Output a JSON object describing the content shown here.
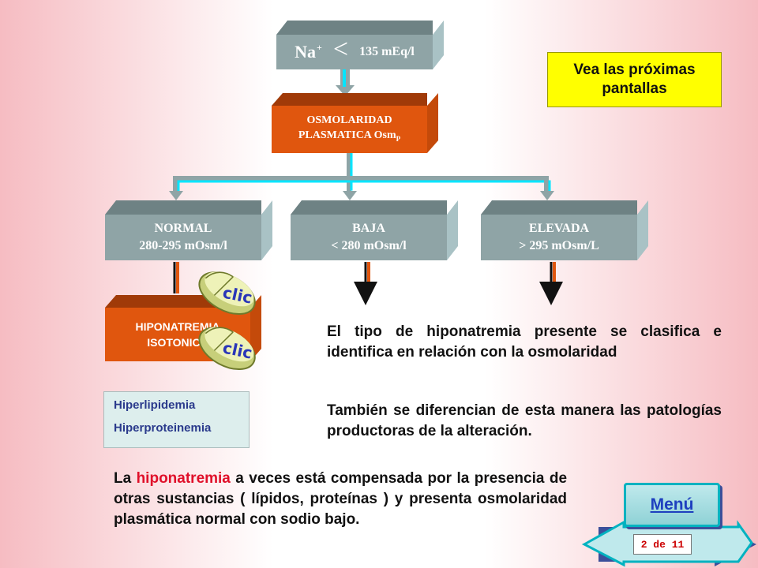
{
  "top_box": {
    "na": "Na",
    "sup": "+",
    "lt": "<",
    "value": "135 mEq/l"
  },
  "note": {
    "line1": "Vea las próximas",
    "line2": "pantallas"
  },
  "osmolaridad": {
    "line1": "OSMOLARIDAD",
    "line2": "PLASMATICA Osm",
    "sub": "P"
  },
  "categories": [
    {
      "title": "NORMAL",
      "range": "280-295 mOsm/l"
    },
    {
      "title": "BAJA",
      "range": "< 280 mOsm/l"
    },
    {
      "title": "ELEVADA",
      "range": "> 295 mOsm/L"
    }
  ],
  "hipo_iso": {
    "line1": "HIPONATREMIA",
    "line2": "ISOTONICA"
  },
  "clic_label": "clic",
  "causes": [
    "Hiperlipidemia",
    "Hiperproteinemia"
  ],
  "paragraph1": "El tipo de hiponatremia presente se clasifica e identifica en relación con la osmolaridad",
  "paragraph2": "También se diferencian de esta manera las patologías productoras de la alteración.",
  "bottom": {
    "before": "La ",
    "highlight": "hiponatremia",
    "after": " a veces está compensada por la presencia de otras sustancias ( lípidos, proteínas ) y presenta osmolaridad plasmática normal con sodio bajo.",
    "highlight_color": "#e0102a"
  },
  "menu_label": "Menú",
  "page_indicator": "2 de 11"
}
